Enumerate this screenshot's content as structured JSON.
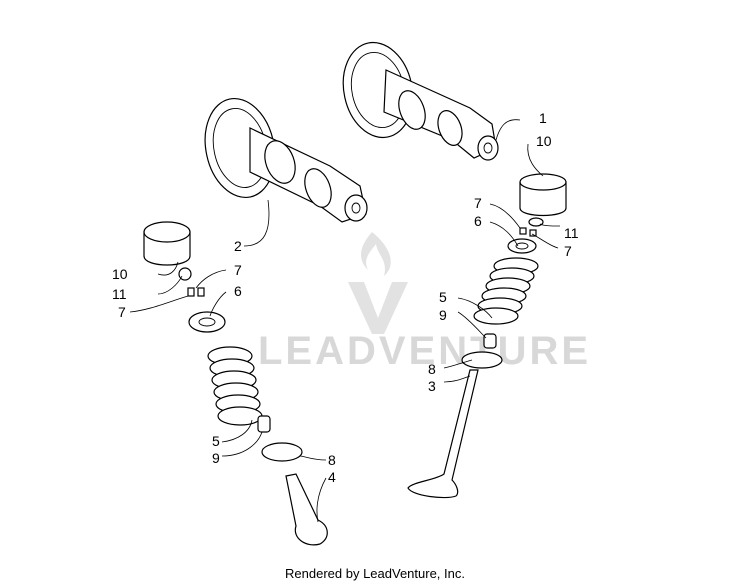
{
  "watermark": {
    "brand": "LEADVENTURE"
  },
  "footer": {
    "text": "Rendered by LeadVenture, Inc."
  },
  "callouts": {
    "c1": "1",
    "c10r": "10",
    "c7r1": "7",
    "c6r": "6",
    "c11r": "11",
    "c7r2": "7",
    "c5r": "5",
    "c9r": "9",
    "c8r": "8",
    "c3": "3",
    "c2": "2",
    "c10l": "10",
    "c7l1": "7",
    "c11l": "11",
    "c6l": "6",
    "c7l2": "7",
    "c5l": "5",
    "c9l": "9",
    "c8l": "8",
    "c4": "4"
  },
  "colors": {
    "line": "#000000",
    "watermark": "#d8d8d8",
    "background": "#ffffff"
  }
}
